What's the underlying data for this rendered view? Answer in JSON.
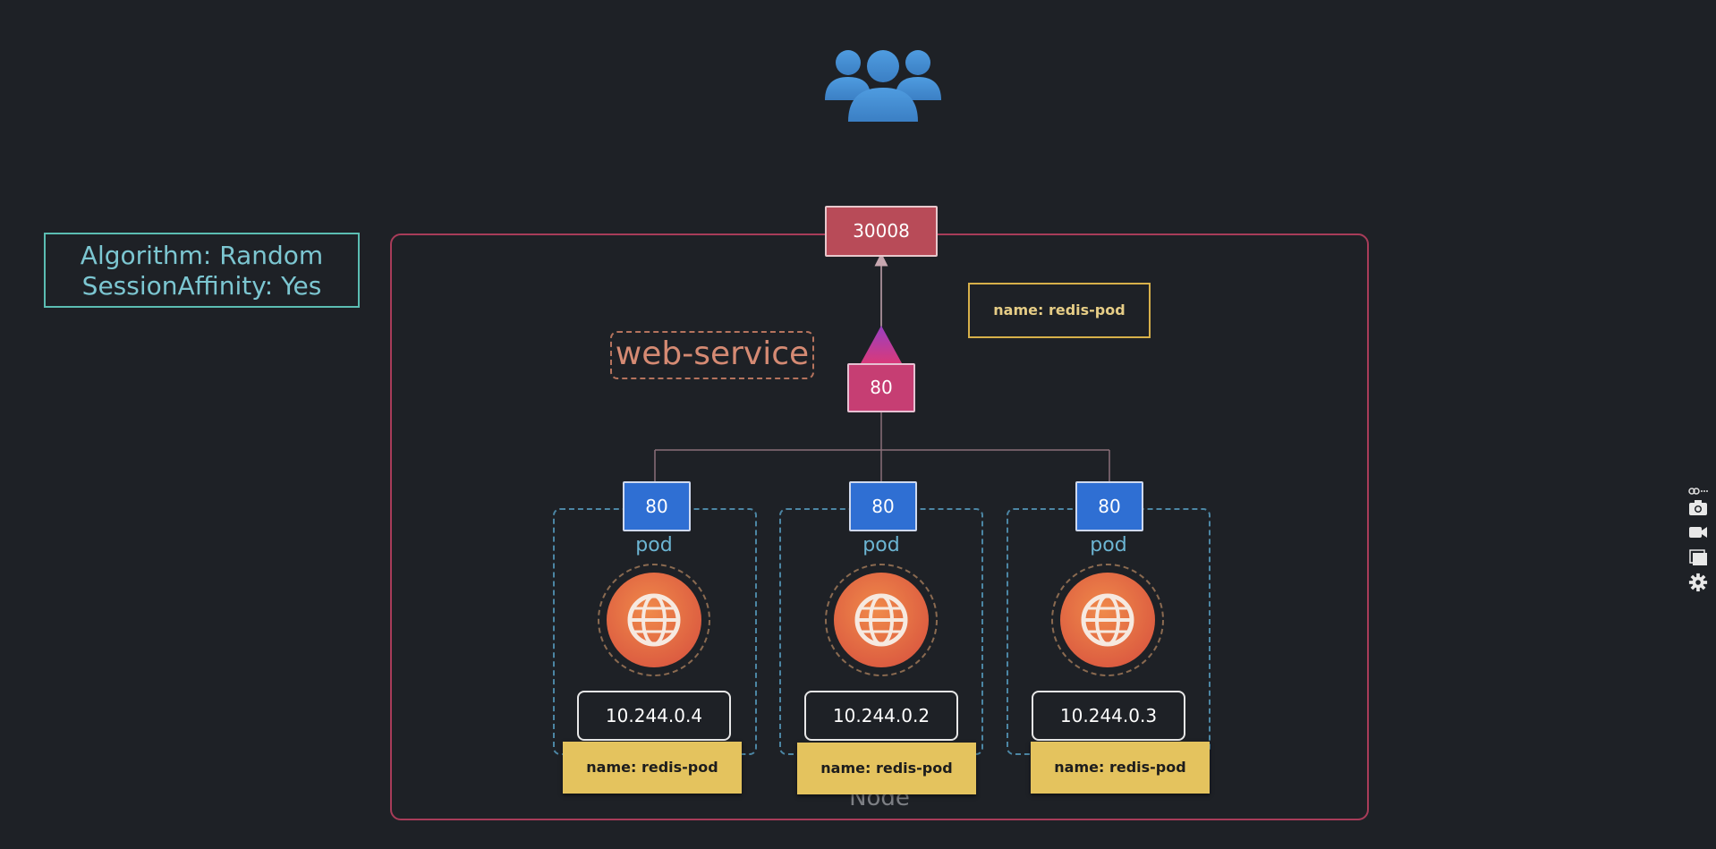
{
  "algorithm_box": {
    "line1": "Algorithm: Random",
    "line2": "SessionAffinity: Yes"
  },
  "node": {
    "label": "Node",
    "node_port": "30008"
  },
  "service": {
    "name": "web-service",
    "port": "80",
    "selector_label": "name: redis-pod"
  },
  "pods": [
    {
      "port": "80",
      "label": "pod",
      "ip": "10.244.0.4",
      "tag": "name: redis-pod"
    },
    {
      "port": "80",
      "label": "pod",
      "ip": "10.244.0.2",
      "tag": "name: redis-pod"
    },
    {
      "port": "80",
      "label": "pod",
      "ip": "10.244.0.3",
      "tag": "name: redis-pod"
    }
  ],
  "icons": {
    "users": "users-group-icon",
    "pod_app": "globe-icon",
    "toolbar": [
      "link-icon",
      "camera-icon",
      "video-icon",
      "window-icon",
      "gear-icon"
    ]
  },
  "colors": {
    "background": "#1e2126",
    "node_frame": "#a83c59",
    "node_port_fill": "#b84b58",
    "service_port_fill": "#c63e73",
    "pod_port_fill": "#2f6fd3",
    "tag_fill": "#e4c35e",
    "algo_border": "#5bbdb2",
    "globe_fill": "#e8704a"
  }
}
